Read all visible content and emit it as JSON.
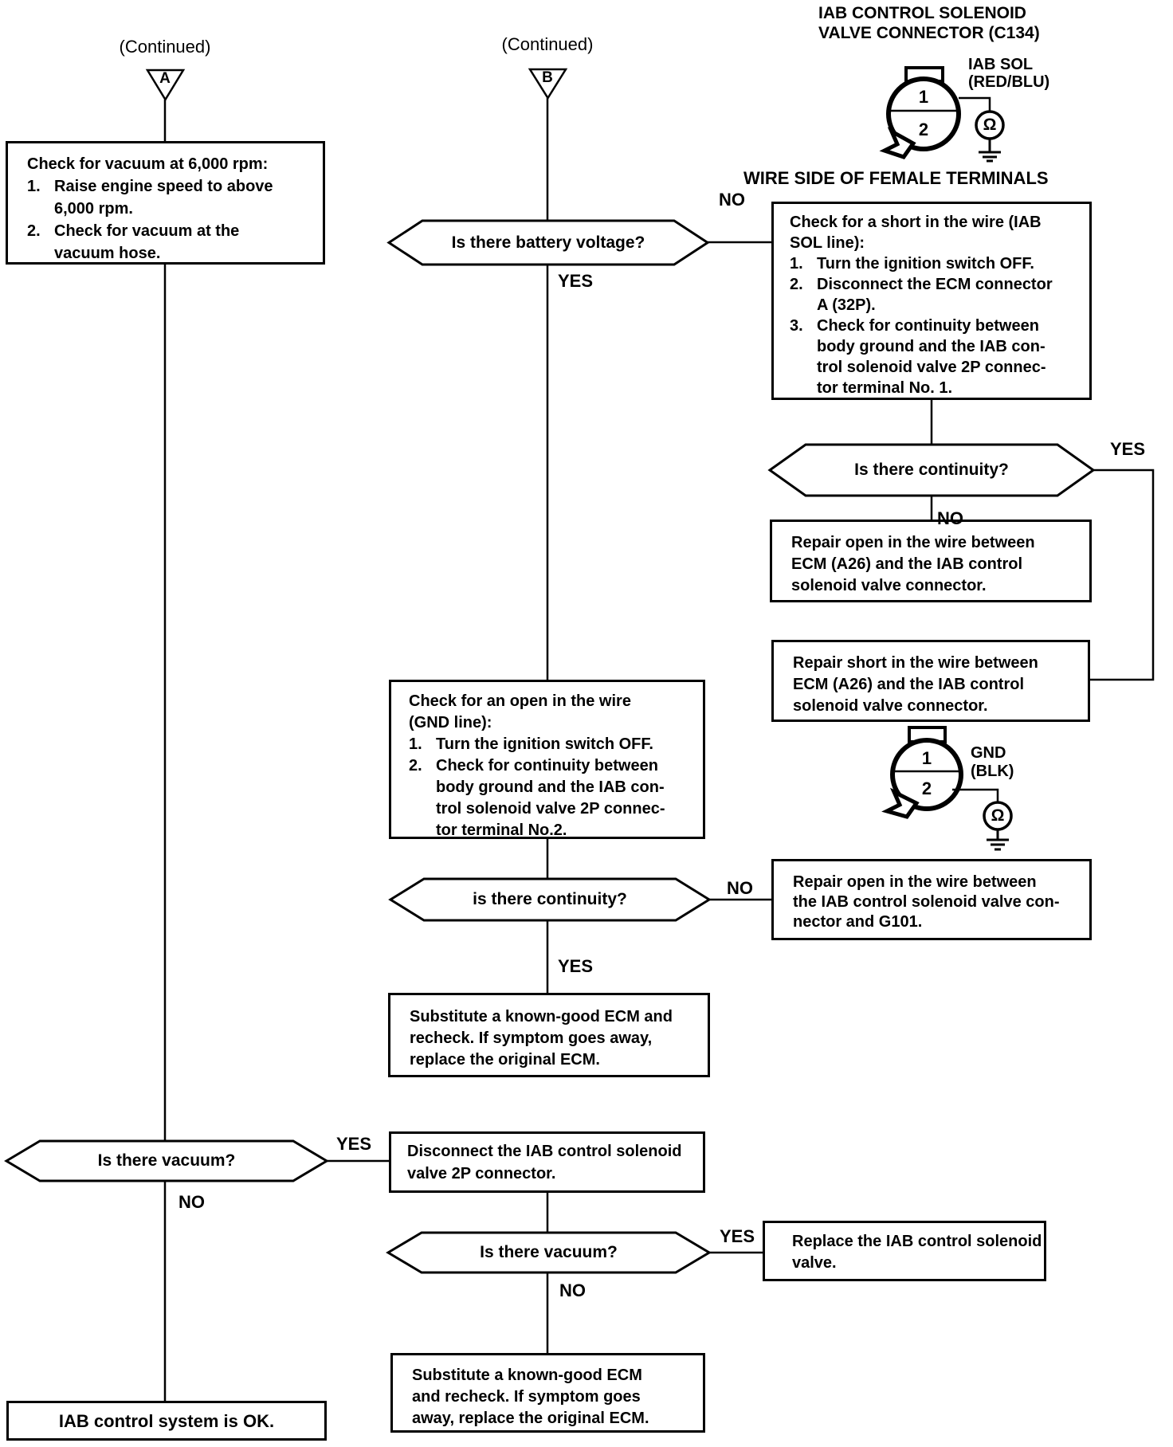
{
  "header": {
    "connector_title": "IAB CONTROL SOLENOID\nVALVE CONNECTOR (C134)",
    "iab_sol_label": "IAB SOL\n(RED/BLU)",
    "wire_side_label": "WIRE SIDE OF FEMALE TERMINALS",
    "ohm_symbol": "Ω",
    "terminal_1": "1",
    "terminal_2": "2"
  },
  "gnd_connector": {
    "label": "GND\n(BLK)",
    "ohm_symbol": "Ω",
    "terminal_1": "1",
    "terminal_2": "2"
  },
  "continued": {
    "a_text": "(Continued)",
    "a_marker": "A",
    "b_text": "(Continued)",
    "b_marker": "B"
  },
  "labels": {
    "yes": "YES",
    "no": "NO"
  },
  "nodes": {
    "box_vacuum_check": {
      "title": "Check for vacuum at 6,000 rpm:",
      "items": [
        {
          "n": "1.",
          "t": "Raise engine speed to above\n6,000 rpm."
        },
        {
          "n": "2.",
          "t": "Check for vacuum at the\nvacuum hose."
        }
      ]
    },
    "hex_battery": {
      "text": "Is there battery voltage?"
    },
    "box_short": {
      "title": "Check for a short in the wire (IAB\nSOL line):",
      "items": [
        {
          "n": "1.",
          "t": "Turn the ignition switch OFF."
        },
        {
          "n": "2.",
          "t": "Disconnect the ECM connector\nA (32P)."
        },
        {
          "n": "3.",
          "t": "Check for continuity between\nbody ground and the IAB con-\ntrol solenoid valve 2P connec-\ntor terminal No. 1."
        }
      ]
    },
    "hex_continuity1": {
      "text": "Is there continuity?"
    },
    "box_repair_open_ecm": {
      "text": "Repair open in the wire between\nECM (A26) and the IAB control\nsolenoid valve connector."
    },
    "box_repair_short": {
      "text": "Repair short in the wire between\nECM (A26) and the IAB control\nsolenoid valve connector."
    },
    "box_gnd": {
      "title": "Check for an open in the wire\n(GND line):",
      "items": [
        {
          "n": "1.",
          "t": "Turn the ignition switch OFF."
        },
        {
          "n": "2.",
          "t": "Check for continuity between\nbody ground and the IAB con-\ntrol solenoid valve 2P connec-\ntor terminal No.2."
        }
      ]
    },
    "hex_continuity2": {
      "text": "is there continuity?"
    },
    "box_repair_g101": {
      "text": "Repair open in the wire between\nthe IAB control solenoid valve con-\nnector and G101."
    },
    "box_substitute1": {
      "text": "Substitute a known-good ECM and\nrecheck. If symptom goes away,\nreplace the original ECM."
    },
    "hex_vacuum1": {
      "text": "Is there vacuum?"
    },
    "box_disconnect": {
      "text": "Disconnect the IAB control solenoid\nvalve 2P connector."
    },
    "hex_vacuum2": {
      "text": "Is there vacuum?"
    },
    "box_replace": {
      "text": "Replace the IAB control solenoid\nvalve."
    },
    "box_substitute2": {
      "text": "Substitute a known-good ECM\nand recheck. If symptom goes\naway, replace the original ECM."
    },
    "box_ok": {
      "text": "IAB control system is OK."
    }
  }
}
